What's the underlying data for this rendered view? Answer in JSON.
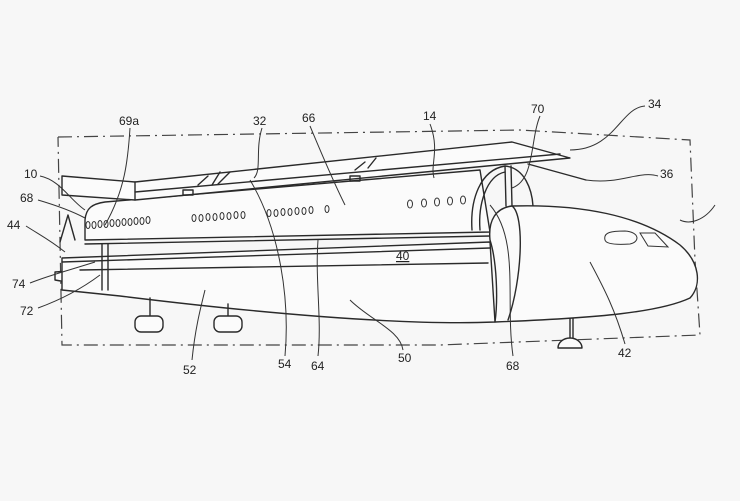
{
  "figure": {
    "labels": {
      "l34": "34",
      "l70": "70",
      "l14": "14",
      "l66": "66",
      "l32": "32",
      "l69a": "69a",
      "l10": "10",
      "l36": "36",
      "l68a": "68",
      "l44": "44",
      "l40": "40",
      "l74": "74",
      "l72": "72",
      "l52": "52",
      "l54": "54",
      "l64": "64",
      "l50": "50",
      "l68b": "68",
      "l42": "42"
    },
    "ink_color": "#2a2a2a",
    "background_color": "#f7f7f7"
  }
}
